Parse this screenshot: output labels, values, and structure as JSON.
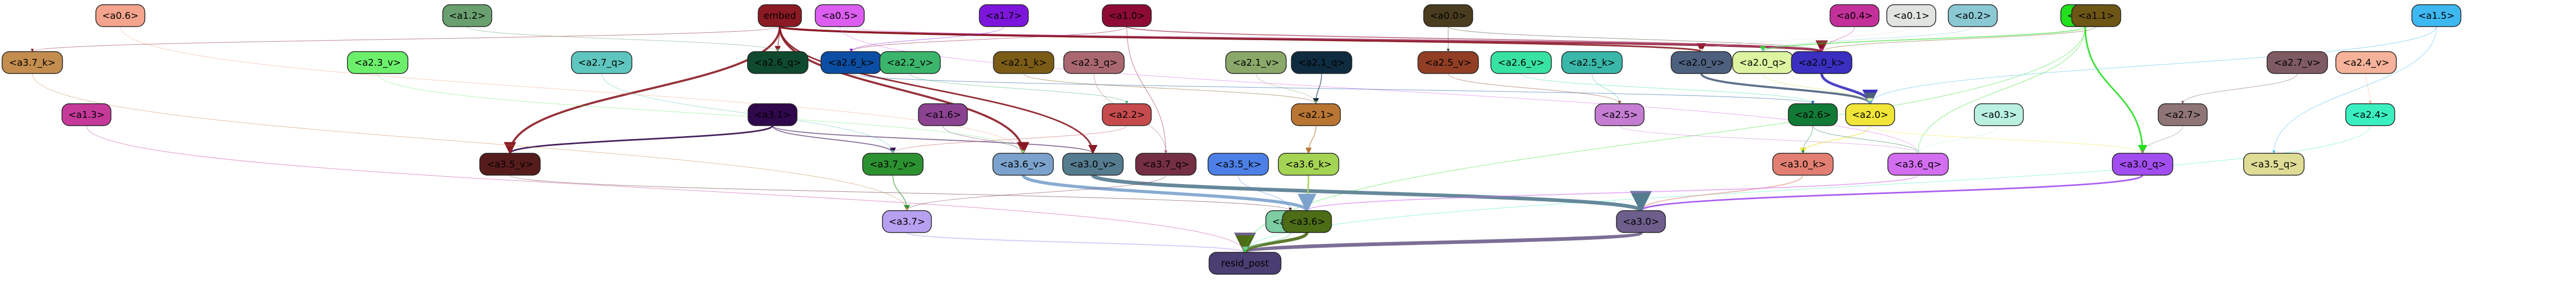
{
  "nodes": [
    {
      "id": "a0.6",
      "label": "<a0.6>",
      "color": "#f4a48c",
      "text": "#000000"
    },
    {
      "id": "a1.2",
      "label": "<a1.2>",
      "color": "#6a9f6f",
      "text": "#000000"
    },
    {
      "id": "embed",
      "label": "embed",
      "color": "#8b1a24",
      "text": "#000000"
    },
    {
      "id": "a0.5",
      "label": "<a0.5>",
      "color": "#dc5ef0",
      "text": "#000000"
    },
    {
      "id": "a1.7",
      "label": "<a1.7>",
      "color": "#7d16dc",
      "text": "#000000"
    },
    {
      "id": "a1.0",
      "label": "<a1.0>",
      "color": "#8e0b36",
      "text": "#000000"
    },
    {
      "id": "a0.0",
      "label": "<a0.0>",
      "color": "#4a3c1f",
      "text": "#000000"
    },
    {
      "id": "a0.4",
      "label": "<a0.4>",
      "color": "#c43099",
      "text": "#000000"
    },
    {
      "id": "a0.1",
      "label": "<a0.1>",
      "color": "#e1e4e0",
      "text": "#000000"
    },
    {
      "id": "a0.2",
      "label": "<a0.2>",
      "color": "#8ac9d3",
      "text": "#000000"
    },
    {
      "id": "a1.4",
      "label": "<a1.4>",
      "color": "#22e01e",
      "text": "#000000"
    },
    {
      "id": "a1.1",
      "label": "<a1.1>",
      "color": "#6d5515",
      "text": "#000000"
    },
    {
      "id": "a1.5",
      "label": "<a1.5>",
      "color": "#3eb8f0",
      "text": "#000000"
    },
    {
      "id": "a3.7_k",
      "label": "<a3.7_k>",
      "color": "#c28d4e",
      "text": "#000000"
    },
    {
      "id": "a2.3_v",
      "label": "<a2.3_v>",
      "color": "#6cf06c",
      "text": "#000000"
    },
    {
      "id": "a2.7_q",
      "label": "<a2.7_q>",
      "color": "#5ec6be",
      "text": "#000000"
    },
    {
      "id": "a2.6_q",
      "label": "<a2.6_q>",
      "color": "#0f4a2f",
      "text": "#000000"
    },
    {
      "id": "a2.6_k",
      "label": "<a2.6_k>",
      "color": "#0c4ea3",
      "text": "#000000"
    },
    {
      "id": "a2.2_v",
      "label": "<a2.2_v>",
      "color": "#3cb56c",
      "text": "#000000"
    },
    {
      "id": "a2.1_k",
      "label": "<a2.1_k>",
      "color": "#7b5c17",
      "text": "#000000"
    },
    {
      "id": "a2.3_q",
      "label": "<a2.3_q>",
      "color": "#a96870",
      "text": "#000000"
    },
    {
      "id": "a2.1_v",
      "label": "<a2.1_v>",
      "color": "#8aa86a",
      "text": "#000000"
    },
    {
      "id": "a2.1_q",
      "label": "<a2.1_q>",
      "color": "#0f2b3f",
      "text": "#000000"
    },
    {
      "id": "a2.5_v",
      "label": "<a2.5_v>",
      "color": "#913e25",
      "text": "#000000"
    },
    {
      "id": "a2.6_v",
      "label": "<a2.6_v>",
      "color": "#38e2a2",
      "text": "#000000"
    },
    {
      "id": "a2.5_k",
      "label": "<a2.5_k>",
      "color": "#39b7a8",
      "text": "#000000"
    },
    {
      "id": "a2.0_v",
      "label": "<a2.0_v>",
      "color": "#4d607e",
      "text": "#000000"
    },
    {
      "id": "a2.0_q",
      "label": "<a2.0_q>",
      "color": "#ddf4a0",
      "text": "#000000"
    },
    {
      "id": "a2.0_k",
      "label": "<a2.0_k>",
      "color": "#3a2fc0",
      "text": "#000000"
    },
    {
      "id": "a2.7_v",
      "label": "<a2.7_v>",
      "color": "#7e5a62",
      "text": "#000000"
    },
    {
      "id": "a2.4_v",
      "label": "<a2.4_v>",
      "color": "#f6b29a",
      "text": "#000000"
    },
    {
      "id": "a1.3",
      "label": "<a1.3>",
      "color": "#c53999",
      "text": "#000000"
    },
    {
      "id": "a3.1",
      "label": "<a3.1>",
      "color": "#30084c",
      "text": "#000000"
    },
    {
      "id": "a1.6",
      "label": "<a1.6>",
      "color": "#8b4291",
      "text": "#000000"
    },
    {
      "id": "a2.2",
      "label": "<a2.2>",
      "color": "#c74b4d",
      "text": "#000000"
    },
    {
      "id": "a2.1",
      "label": "<a2.1>",
      "color": "#b97532",
      "text": "#000000"
    },
    {
      "id": "a2.5",
      "label": "<a2.5>",
      "color": "#c47dd2",
      "text": "#000000"
    },
    {
      "id": "a2.6",
      "label": "<a2.6>",
      "color": "#117a36",
      "text": "#000000"
    },
    {
      "id": "a2.0",
      "label": "<a2.0>",
      "color": "#f0e538",
      "text": "#000000"
    },
    {
      "id": "a0.3",
      "label": "<a0.3>",
      "color": "#baf0e0",
      "text": "#000000"
    },
    {
      "id": "a2.7",
      "label": "<a2.7>",
      "color": "#8f7576",
      "text": "#000000"
    },
    {
      "id": "a2.4",
      "label": "<a2.4>",
      "color": "#3af0c0",
      "text": "#000000"
    },
    {
      "id": "a3.5_v",
      "label": "<a3.5_v>",
      "color": "#561c1b",
      "text": "#000000"
    },
    {
      "id": "a3.7_v",
      "label": "<a3.7_v>",
      "color": "#2c9130",
      "text": "#000000"
    },
    {
      "id": "a3.6_v",
      "label": "<a3.6_v>",
      "color": "#7ba2cc",
      "text": "#000000"
    },
    {
      "id": "a3.0_v",
      "label": "<a3.0_v>",
      "color": "#557b8f",
      "text": "#000000"
    },
    {
      "id": "a3.7_q",
      "label": "<a3.7_q>",
      "color": "#752f43",
      "text": "#000000"
    },
    {
      "id": "a3.5_k",
      "label": "<a3.5_k>",
      "color": "#4d80e6",
      "text": "#000000"
    },
    {
      "id": "a3.6_k",
      "label": "<a3.6_k>",
      "color": "#a4d453",
      "text": "#000000"
    },
    {
      "id": "a3.0_k",
      "label": "<a3.0_k>",
      "color": "#e27f72",
      "text": "#000000"
    },
    {
      "id": "a3.6_q",
      "label": "<a3.6_q>",
      "color": "#d36ef0",
      "text": "#000000"
    },
    {
      "id": "a3.0_q",
      "label": "<a3.0_q>",
      "color": "#a24df0",
      "text": "#000000"
    },
    {
      "id": "a3.5_q",
      "label": "<a3.5_q>",
      "color": "#dfdc96",
      "text": "#000000"
    },
    {
      "id": "a3.7",
      "label": "<a3.7>",
      "color": "#b7a0f0",
      "text": "#000000"
    },
    {
      "id": "a3.5",
      "label": "<a3.5>",
      "color": "#7ccda2",
      "text": "#000000"
    },
    {
      "id": "a3.6",
      "label": "<a3.6>",
      "color": "#4c6c16",
      "text": "#000000"
    },
    {
      "id": "a3.0",
      "label": "<a3.0>",
      "color": "#6e5e8b",
      "text": "#000000"
    },
    {
      "id": "resid_post",
      "label": "resid_post",
      "color": "#4a3e72",
      "text": "#000000"
    }
  ],
  "edges": [
    {
      "from": "a3.0",
      "to": "resid_post",
      "color": "#6e5e8b",
      "weight": 7
    },
    {
      "from": "a3.6",
      "to": "resid_post",
      "color": "#4c6c16",
      "weight": 6
    },
    {
      "from": "a3.7",
      "to": "resid_post",
      "color": "#b7a0f0",
      "weight": 2
    },
    {
      "from": "a3.5",
      "to": "resid_post",
      "color": "#7ccda2",
      "weight": 2
    },
    {
      "from": "a1.3",
      "to": "resid_post",
      "color": "#c53999",
      "weight": 1
    },
    {
      "from": "a2.4",
      "to": "resid_post",
      "color": "#3af0c0",
      "weight": 1
    },
    {
      "from": "a1.4",
      "to": "resid_post",
      "color": "#22e01e",
      "weight": 1
    },
    {
      "from": "a3.0_q",
      "to": "a3.0",
      "color": "#a24df0",
      "weight": 3
    },
    {
      "from": "a3.0_k",
      "to": "a3.0",
      "color": "#e27f72",
      "weight": 2
    },
    {
      "from": "a3.0_v",
      "to": "a3.0",
      "color": "#557b8f",
      "weight": 7
    },
    {
      "from": "a3.6_q",
      "to": "a3.6",
      "color": "#d36ef0",
      "weight": 2
    },
    {
      "from": "a3.6_k",
      "to": "a3.6",
      "color": "#a4d453",
      "weight": 3
    },
    {
      "from": "a3.6_v",
      "to": "a3.6",
      "color": "#7ba2cc",
      "weight": 6
    },
    {
      "from": "a3.7_v",
      "to": "a3.7",
      "color": "#2c9130",
      "weight": 2
    },
    {
      "from": "a3.7_q",
      "to": "a3.7",
      "color": "#752f43",
      "weight": 1
    },
    {
      "from": "a3.5_k",
      "to": "a3.5",
      "color": "#4d80e6",
      "weight": 1
    },
    {
      "from": "a3.5_v",
      "to": "a3.5",
      "color": "#561c1b",
      "weight": 1
    },
    {
      "from": "a3.1",
      "to": "a3.5_v",
      "color": "#30084c",
      "weight": 3
    },
    {
      "from": "a3.1",
      "to": "a3.7_v",
      "color": "#30084c",
      "weight": 2
    },
    {
      "from": "a3.1",
      "to": "a3.0_v",
      "color": "#30084c",
      "weight": 2
    },
    {
      "from": "embed",
      "to": "a3.5_v",
      "color": "#8b1a24",
      "weight": 4
    },
    {
      "from": "embed",
      "to": "a3.6_v",
      "color": "#8b1a24",
      "weight": 4
    },
    {
      "from": "embed",
      "to": "a3.0_v",
      "color": "#8b1a24",
      "weight": 3
    },
    {
      "from": "embed",
      "to": "a2.0_k",
      "color": "#8b1a24",
      "weight": 4
    },
    {
      "from": "embed",
      "to": "a2.0_v",
      "color": "#8b1a24",
      "weight": 3
    },
    {
      "from": "embed",
      "to": "a2.6_q",
      "color": "#8b1a24",
      "weight": 2
    },
    {
      "from": "embed",
      "to": "a3.7_k",
      "color": "#8b1a24",
      "weight": 1
    },
    {
      "from": "a1.0",
      "to": "a2.0_k",
      "color": "#8e0b36",
      "weight": 2
    },
    {
      "from": "a1.0",
      "to": "a3.7_q",
      "color": "#8e0b36",
      "weight": 1
    },
    {
      "from": "a1.0",
      "to": "a2.6_k",
      "color": "#8e0b36",
      "weight": 1
    },
    {
      "from": "a0.0",
      "to": "a2.0_k",
      "color": "#4a3c1f",
      "weight": 1
    },
    {
      "from": "a0.0",
      "to": "a2.5_v",
      "color": "#4a3c1f",
      "weight": 1
    },
    {
      "from": "a1.4",
      "to": "a3.0_q",
      "color": "#22e01e",
      "weight": 3
    },
    {
      "from": "a1.4",
      "to": "a2.0_q",
      "color": "#22e01e",
      "weight": 2
    },
    {
      "from": "a1.4",
      "to": "a3.6_q",
      "color": "#22e01e",
      "weight": 1
    },
    {
      "from": "a2.0_k",
      "to": "a2.0",
      "color": "#3a2fc0",
      "weight": 5
    },
    {
      "from": "a2.0_v",
      "to": "a2.0",
      "color": "#4d607e",
      "weight": 4
    },
    {
      "from": "a2.0_q",
      "to": "a2.0",
      "color": "#ddf4a0",
      "weight": 2
    },
    {
      "from": "a2.0",
      "to": "a3.0_k",
      "color": "#f0e538",
      "weight": 2
    },
    {
      "from": "a2.0",
      "to": "a3.0_q",
      "color": "#f0e538",
      "weight": 1
    },
    {
      "from": "a2.1",
      "to": "a3.6_k",
      "color": "#b97532",
      "weight": 2
    },
    {
      "from": "a2.1_q",
      "to": "a2.1",
      "color": "#0f2b3f",
      "weight": 2
    },
    {
      "from": "a2.6",
      "to": "a3.6_q",
      "color": "#117a36",
      "weight": 1
    },
    {
      "from": "a2.6",
      "to": "a3.0_k",
      "color": "#117a36",
      "weight": 1
    },
    {
      "from": "a2.5",
      "to": "a3.6_q",
      "color": "#c47dd2",
      "weight": 1
    },
    {
      "from": "a2.7",
      "to": "a3.0_q",
      "color": "#8f7576",
      "weight": 1
    },
    {
      "from": "a2.7_v",
      "to": "a2.7",
      "color": "#7e5a62",
      "weight": 1
    },
    {
      "from": "a2.5_k",
      "to": "a2.5",
      "color": "#39b7a8",
      "weight": 1
    },
    {
      "from": "a2.6_v",
      "to": "a2.6",
      "color": "#38e2a2",
      "weight": 1
    },
    {
      "from": "a2.2",
      "to": "a3.7_v",
      "color": "#c74b4d",
      "weight": 1
    },
    {
      "from": "a1.6",
      "to": "a3.6_v",
      "color": "#8b4291",
      "weight": 1
    },
    {
      "from": "a1.5",
      "to": "a3.5_q",
      "color": "#3eb8f0",
      "weight": 1
    },
    {
      "from": "a1.5",
      "to": "a2.0",
      "color": "#3eb8f0",
      "weight": 1
    },
    {
      "from": "a0.6",
      "to": "a3.6_v",
      "color": "#f4a48c",
      "weight": 1
    },
    {
      "from": "a0.5",
      "to": "a2.0_k",
      "color": "#dc5ef0",
      "weight": 1
    },
    {
      "from": "a0.5",
      "to": "a3.6_q",
      "color": "#dc5ef0",
      "weight": 1
    },
    {
      "from": "a1.2",
      "to": "a2.6_q",
      "color": "#6a9f6f",
      "weight": 1
    },
    {
      "from": "a1.1",
      "to": "a2.0_k",
      "color": "#6d5515",
      "weight": 1
    },
    {
      "from": "a1.7",
      "to": "a2.6_k",
      "color": "#7d16dc",
      "weight": 1
    },
    {
      "from": "a0.2",
      "to": "a2.0_q",
      "color": "#8ac9d3",
      "weight": 1
    },
    {
      "from": "a0.1",
      "to": "a2.0_v",
      "color": "#e1e4e0",
      "weight": 1
    },
    {
      "from": "a0.4",
      "to": "a2.0_k",
      "color": "#c43099",
      "weight": 1
    },
    {
      "from": "a0.3",
      "to": "a3.6_q",
      "color": "#baf0e0",
      "weight": 1
    },
    {
      "from": "a2.4_v",
      "to": "a2.4",
      "color": "#f6b29a",
      "weight": 1
    },
    {
      "from": "a2.3_v",
      "to": "a3.6_v",
      "color": "#6cf06c",
      "weight": 1
    },
    {
      "from": "a2.7_q",
      "to": "a3.7_v",
      "color": "#5ec6be",
      "weight": 1
    },
    {
      "from": "a2.6_k",
      "to": "a2.6",
      "color": "#0c4ea3",
      "weight": 1
    },
    {
      "from": "a2.2_v",
      "to": "a2.2",
      "color": "#3cb56c",
      "weight": 1
    },
    {
      "from": "a2.1_k",
      "to": "a2.1",
      "color": "#7b5c17",
      "weight": 1
    },
    {
      "from": "a2.3_q",
      "to": "a3.7_q",
      "color": "#a96870",
      "weight": 1
    },
    {
      "from": "a2.1_v",
      "to": "a2.1",
      "color": "#8aa86a",
      "weight": 1
    },
    {
      "from": "a2.5_v",
      "to": "a2.5",
      "color": "#913e25",
      "weight": 1
    },
    {
      "from": "a3.7_k",
      "to": "a3.7",
      "color": "#c28d4e",
      "weight": 1
    }
  ]
}
